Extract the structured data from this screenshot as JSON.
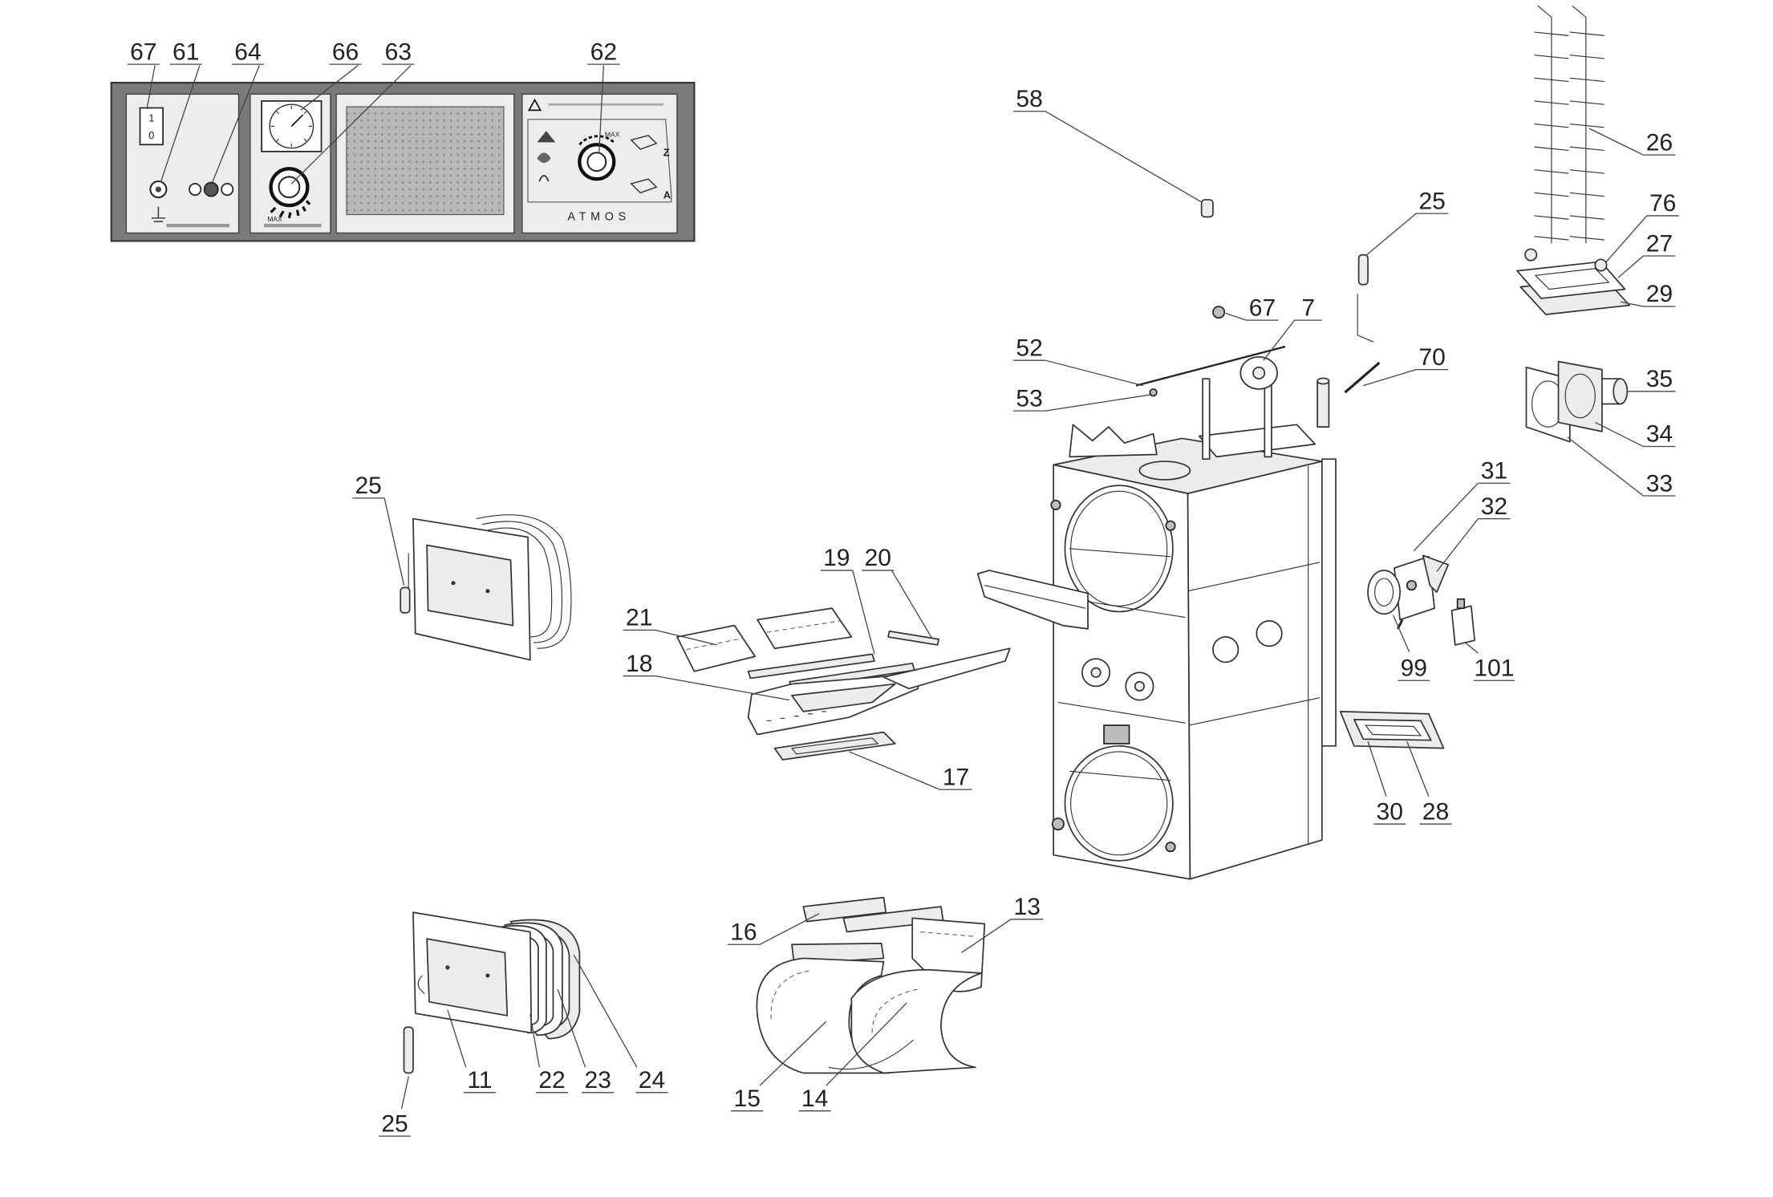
{
  "panel": {
    "switch_on": "1",
    "switch_off": "0",
    "boiler_dial_max": "MAX",
    "flue_dial_max": "MAX",
    "mode_z": "Z",
    "mode_a": "A",
    "brand": "ATMOS"
  },
  "callouts": [
    "67",
    "61",
    "64",
    "66",
    "63",
    "62",
    "58",
    "26",
    "76",
    "27",
    "29",
    "25",
    "67",
    "7",
    "52",
    "53",
    "70",
    "35",
    "34",
    "33",
    "31",
    "32",
    "99",
    "101",
    "30",
    "28",
    "25",
    "19",
    "20",
    "21",
    "18",
    "17",
    "16",
    "13",
    "11",
    "22",
    "23",
    "24",
    "25",
    "15",
    "14"
  ]
}
